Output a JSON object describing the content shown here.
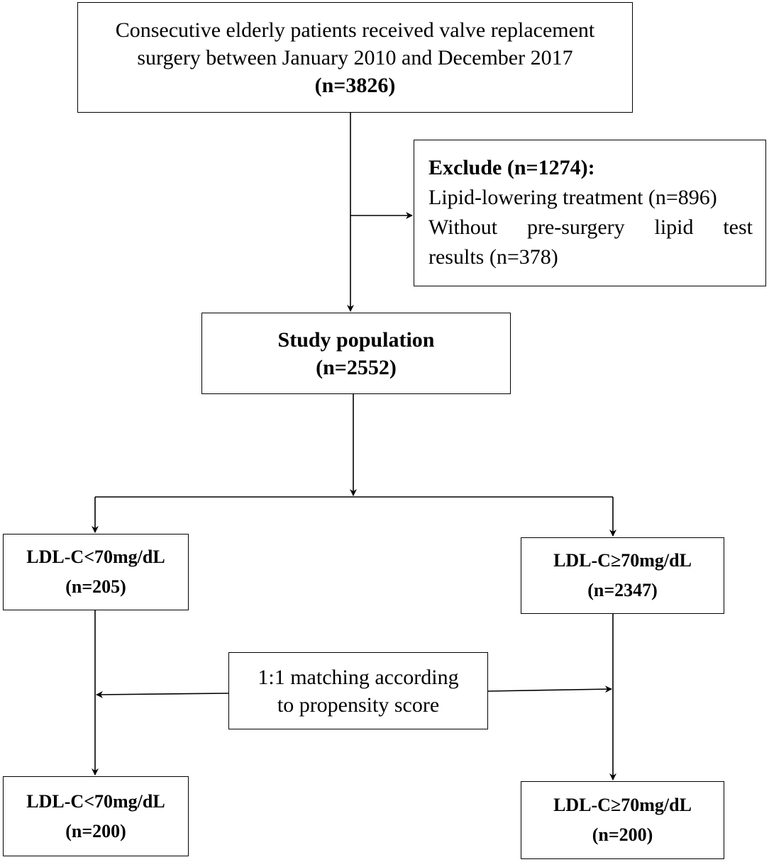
{
  "start": {
    "line1": "Consecutive elderly patients received valve replacement",
    "line2": "surgery between January 2010 and December 2017",
    "count": "(n=3826)"
  },
  "exclude": {
    "title": "Exclude (n=1274):",
    "item1": "Lipid-lowering treatment (n=896)",
    "item2_line1": "Without pre-surgery lipid test",
    "item2_line2": "results (n=378)"
  },
  "study": {
    "title": "Study population",
    "count": "(n=2552)"
  },
  "group_low": {
    "label": "LDL-C<70mg/dL",
    "count": "(n=205)"
  },
  "group_high": {
    "label": "LDL-C≥70mg/dL",
    "count": "(n=2347)"
  },
  "matching": {
    "line1": "1:1 matching according",
    "line2": "to propensity score"
  },
  "matched_low": {
    "label": "LDL-C<70mg/dL",
    "count": "(n=200)"
  },
  "matched_high": {
    "label": "LDL-C≥70mg/dL",
    "count": "(n=200)"
  },
  "colors": {
    "stroke": "#000000",
    "background": "#ffffff"
  }
}
